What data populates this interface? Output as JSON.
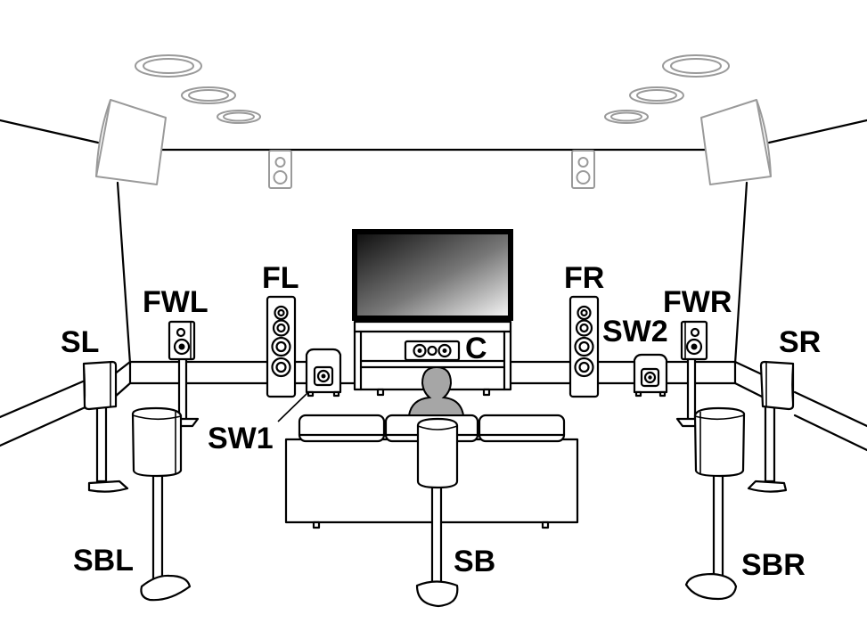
{
  "labels": {
    "sl": "SL",
    "fwl": "FWL",
    "fl": "FL",
    "c": "C",
    "fr": "FR",
    "fwr": "FWR",
    "sw2": "SW2",
    "sr": "SR",
    "sw1": "SW1",
    "sbl": "SBL",
    "sb": "SB",
    "sbr": "SBR"
  },
  "colors": {
    "line": "#000000",
    "ceiling_speaker": "#9a9a9a",
    "person": "#a6a6a6",
    "tv_dark": "#111111",
    "tv_light": "#f2f2f2"
  },
  "icons": {
    "listener": "person-silhouette-icon",
    "tv": "television-icon",
    "speaker": "speaker-icon",
    "subwoofer": "subwoofer-icon",
    "sofa": "sofa-icon"
  }
}
